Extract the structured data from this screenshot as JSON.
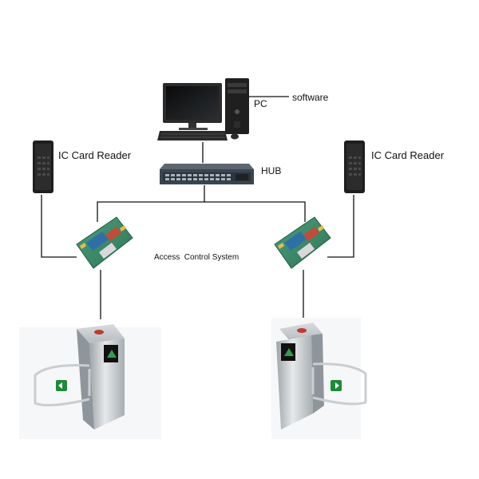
{
  "labels": {
    "pc": "PC",
    "software": "software",
    "hub": "HUB",
    "card_reader_left": "IC Card Reader",
    "card_reader_right": "IC Card Reader",
    "access_control": "Access  Control System"
  },
  "colors": {
    "line": "#111111",
    "board": "#3d8a6a",
    "reader_body": "#1e1e1e",
    "hub_body": "#3a4550",
    "turnstile_steel": "#b9bec2",
    "arrow_green": "#1f8a3a"
  },
  "icons": {
    "pc": "desktop-computer-icon",
    "hub": "network-switch-icon",
    "reader": "card-reader-icon",
    "controller": "access-controller-board-icon",
    "turnstile": "swing-turnstile-icon"
  }
}
